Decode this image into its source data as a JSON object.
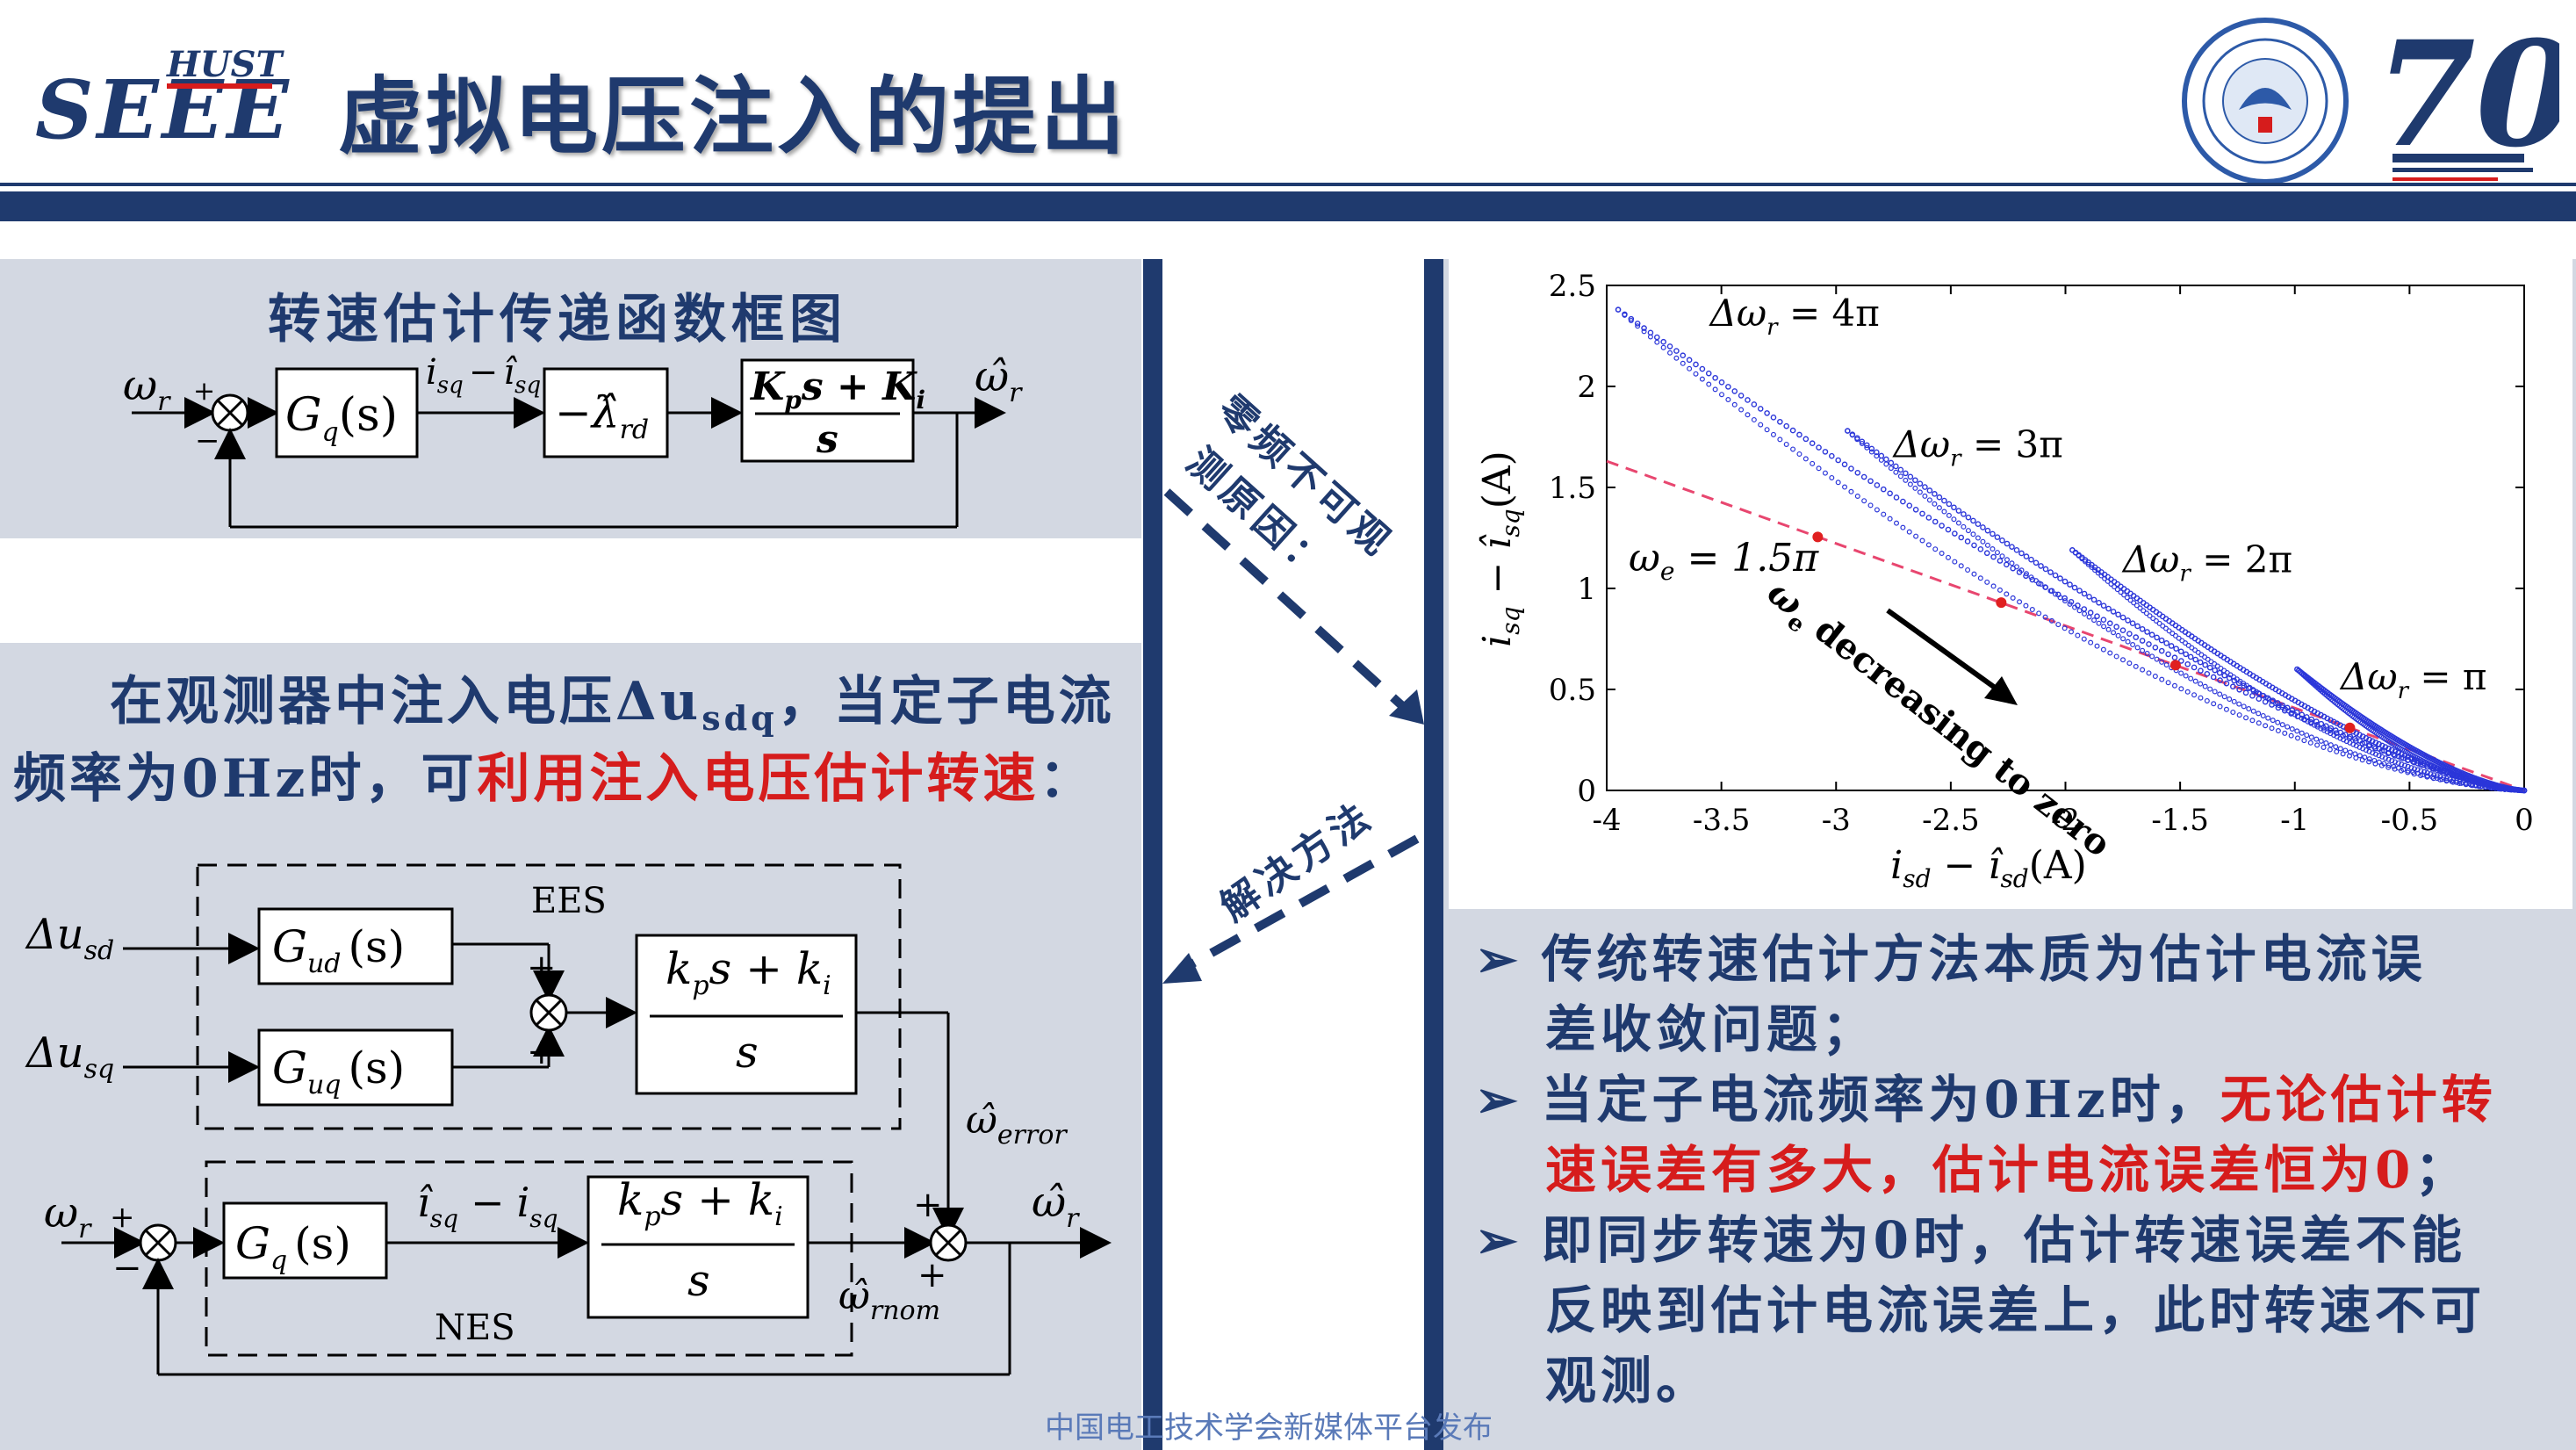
{
  "header": {
    "logo_top": "HUST",
    "logo_main": "SEEE",
    "title": "虚拟电压注入的提出",
    "logo_70": "70"
  },
  "left_panel": {
    "title": "转速估计传递函数框图",
    "paragraph_line1": "在观测器中注入电压Δu",
    "paragraph_sub": "sdq",
    "paragraph_line1_end": "，当定子电流",
    "paragraph_line2_start": "频率为0Hz时，可",
    "paragraph_line2_red": "利用注入电压估计转速",
    "paragraph_line2_end": "："
  },
  "diagram1": {
    "input": "ω",
    "input_sub": "r",
    "plus": "+",
    "minus": "−",
    "block1": "G",
    "block1_sub": "q",
    "block1_arg": "(s)",
    "signal1_a": "i",
    "signal1_a_sub": "sq",
    "signal1_op": "−",
    "signal1_b": "î",
    "signal1_b_sub": "sq",
    "block2": "−λ̂",
    "block2_sub": "rd",
    "block3_num": "K",
    "block3_num_sub": "p",
    "block3_num_rest": "s + K",
    "block3_num_sub2": "i",
    "block3_den": "s",
    "output": "ω̂",
    "output_sub": "r"
  },
  "diagram2": {
    "in1": "Δu",
    "in1_sub": "sd",
    "in2": "Δu",
    "in2_sub": "sq",
    "gud": "G",
    "gud_sub": "ud",
    "guq": "G",
    "guq_sub": "uq",
    "arg": "(s)",
    "ees": "EES",
    "nes": "NES",
    "pi_num": "k",
    "pi_num_sub": "p",
    "pi_num_rest": "s + k",
    "pi_num_sub2": "i",
    "pi_den": "s",
    "error": "ω̂",
    "error_sub": "error",
    "rnom": "ω̂",
    "rnom_sub": "rnom",
    "wr": "ω",
    "wr_sub": "r",
    "gq": "G",
    "gq_sub": "q",
    "sig_a": "î",
    "sig_a_sub": "sq",
    "sig_op": "−",
    "sig_b": "i",
    "sig_b_sub": "sq",
    "out": "ω̂",
    "out_sub": "r",
    "plus": "+",
    "minus": "−"
  },
  "middle": {
    "top_label_line1": "零频不可观",
    "top_label_line2": "测原因：",
    "bottom_label": "解决方法"
  },
  "chart_data": {
    "type": "scatter",
    "xlabel": "i",
    "xlabel_sub": "sd",
    "xlabel_op": " − ",
    "xlabel_hat": "î",
    "xlabel_hat_sub": "sd",
    "xlabel_unit": "(A)",
    "ylabel": "i",
    "ylabel_sub": "sq",
    "ylabel_op": " − ",
    "ylabel_hat": "î",
    "ylabel_hat_sub": "sq",
    "ylabel_unit": "(A)",
    "xlim": [
      -4,
      0
    ],
    "ylim": [
      0,
      2.5
    ],
    "xticks": [
      "-4",
      "-3.5",
      "-3",
      "-2.5",
      "-2",
      "-1.5",
      "-1",
      "-0.5",
      "0"
    ],
    "yticks": [
      "0",
      "0.5",
      "1",
      "1.5",
      "2",
      "2.5"
    ],
    "series": [
      {
        "name": "Δω_r = 4π",
        "label": "Δω",
        "label_sub": "r",
        "label_val": " = 4π",
        "start": [
          -3.95,
          2.38
        ],
        "power": 1.35
      },
      {
        "name": "Δω_r = 3π",
        "label": "Δω",
        "label_sub": "r",
        "label_val": " = 3π",
        "start": [
          -2.95,
          1.78
        ],
        "power": 1.4
      },
      {
        "name": "Δω_r = 2π",
        "label": "Δω",
        "label_sub": "r",
        "label_val": " = 2π",
        "start": [
          -1.97,
          1.19
        ],
        "power": 1.45
      },
      {
        "name": "Δω_r = π",
        "label": "Δω",
        "label_sub": "r",
        "label_val": " = π",
        "start": [
          -0.99,
          0.6
        ],
        "power": 1.5
      }
    ],
    "dashed_line": {
      "x": [
        -4,
        0
      ],
      "y": [
        1.63,
        0
      ]
    },
    "intersections": [
      [
        -3.08,
        1.255
      ],
      [
        -2.28,
        0.93
      ],
      [
        -1.52,
        0.62
      ],
      [
        -0.76,
        0.31
      ]
    ],
    "we_label": "ω",
    "we_sub": "e",
    "we_val": " = 1.5π",
    "arrow_label_w": "ω",
    "arrow_label_sub": "e",
    "arrow_label_text": " decreasing to zero",
    "colors": {
      "series": "#2b36d9",
      "dashed": "#e8466f",
      "points": "#e02020"
    }
  },
  "bullets": [
    {
      "line1": "传统转速估计方法本质为估计电流误",
      "line2": "差收敛问题；"
    },
    {
      "line1_start": "当定子电流频率为0Hz时，",
      "line1_red": "无论估计转",
      "line2_red": "速误差有多大，估计电流误差恒为0",
      "line2_end": "；"
    },
    {
      "line1": "即同步转速为0时，估计转速误差不能",
      "line2": "反映到估计电流误差上，此时转速不可",
      "line3": "观测。"
    }
  ],
  "bullet_marker": "➢",
  "footer": "中国电工技术学会新媒体平台发布"
}
